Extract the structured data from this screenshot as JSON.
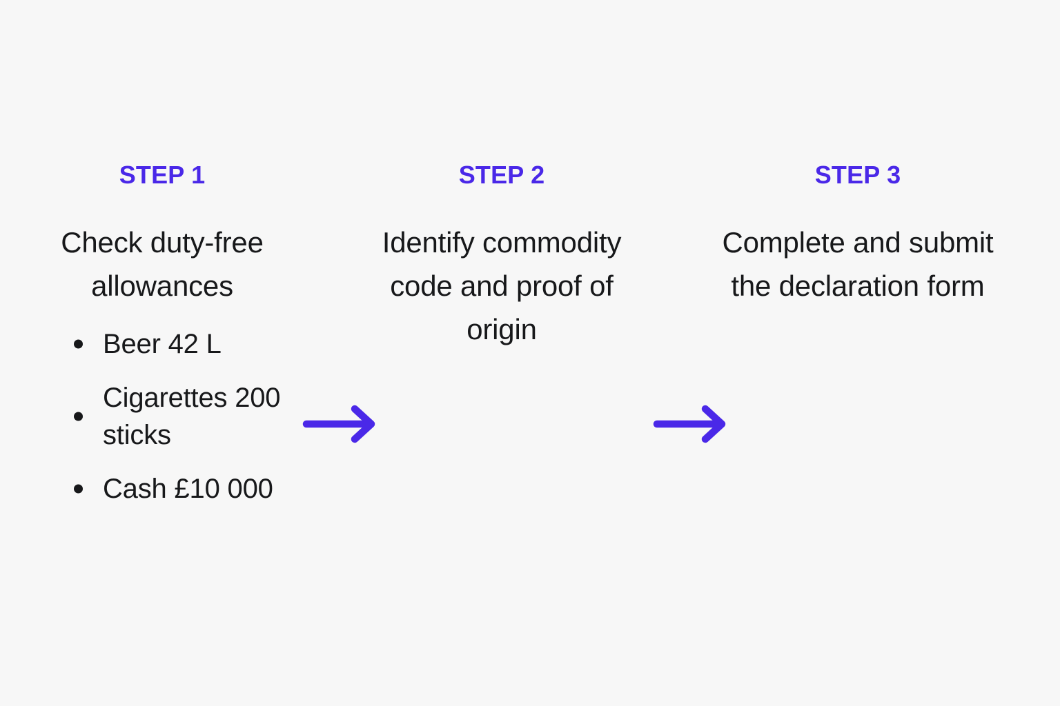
{
  "theme": {
    "background": "#f7f7f7",
    "accent": "#4a28e8",
    "text": "#17181a"
  },
  "steps": [
    {
      "heading": "STEP 1",
      "title": "Check duty-free allowances",
      "bullets": [
        "Beer 42 L",
        "Cigarettes 200 sticks",
        "Cash £10 000"
      ]
    },
    {
      "heading": "STEP 2",
      "title": "Identify commodity code and proof of origin",
      "bullets": []
    },
    {
      "heading": "STEP 3",
      "title": "Complete and submit the declaration form",
      "bullets": []
    }
  ],
  "connectors": [
    {
      "name": "arrow-step1-to-step2",
      "direction": "right",
      "color": "#4a28e8"
    },
    {
      "name": "arrow-step2-to-step3",
      "direction": "right",
      "color": "#4a28e8"
    }
  ]
}
